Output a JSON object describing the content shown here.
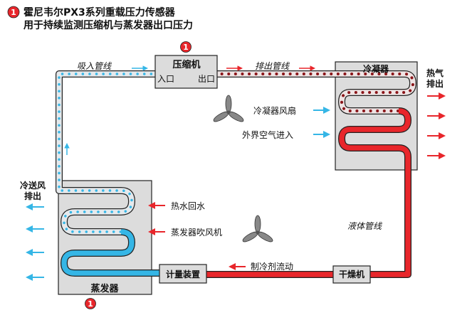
{
  "header": {
    "badge": "1",
    "line1": "霍尼韦尔PX3系列重载压力传感器",
    "line2": "用于持续监测压缩机与蒸发器出口压力"
  },
  "compressor": {
    "title": "压缩机",
    "inlet": "入口",
    "outlet": "出口",
    "badge": "1"
  },
  "suction_line": "吸入管线",
  "discharge_line": "排出管线",
  "condenser": {
    "title": "冷凝器",
    "fan": "冷凝器风扇",
    "outside_air": "外界空气进入",
    "hot_air_line1": "热气",
    "hot_air_line2": "排出"
  },
  "liquid_line": "液体管线",
  "drier": "干燥机",
  "metering_device": "计量装置",
  "refrigerant_flow": "制冷剂流动",
  "evaporator": {
    "title": "蒸发器",
    "hot_water_return": "热水回水",
    "blower": "蒸发器吹风机",
    "cold_air_line1": "冷送风",
    "cold_air_line2": "排出",
    "badge": "1"
  },
  "colors": {
    "red": "#e8262b",
    "blue": "#35b6e6",
    "box_fill": "#dcdcdc",
    "box_stroke": "#222222",
    "gas_tube": "#e5e9ec"
  }
}
